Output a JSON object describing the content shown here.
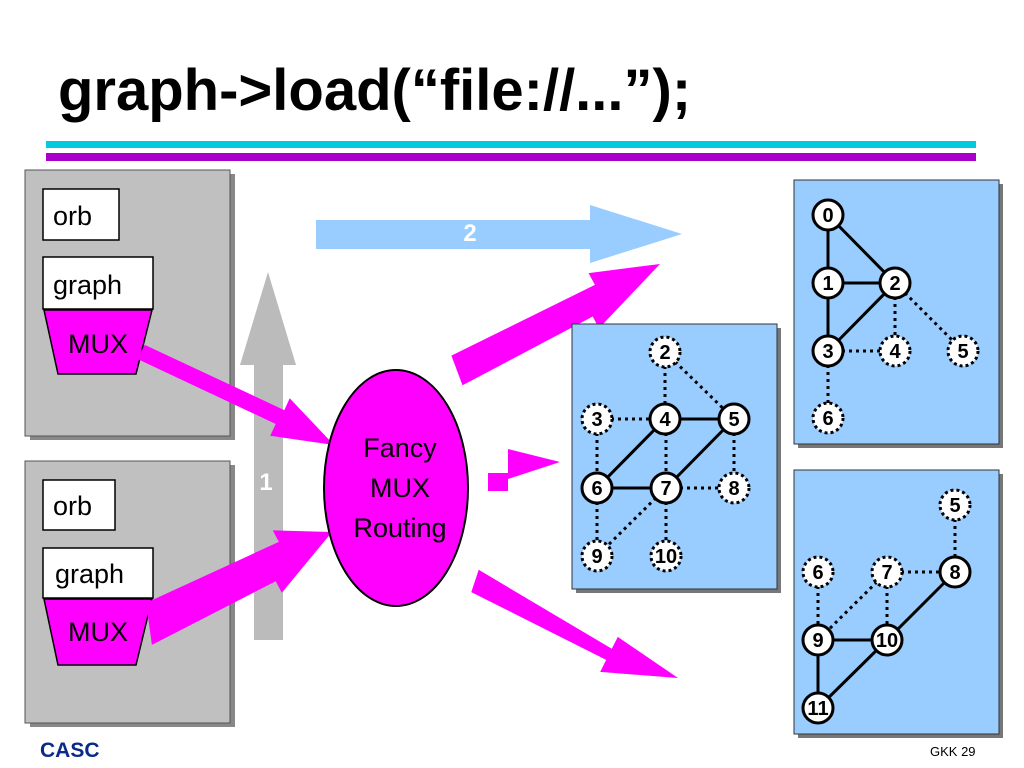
{
  "slide": {
    "title": "graph->load(“file://...”);"
  },
  "colors": {
    "magenta": "#ff00ff",
    "light_blue": "#99ccff",
    "gray_panel": "#c0c0c0",
    "gray_arrow": "#bbbbbb",
    "rule_cyan": "#00ccdd",
    "rule_purple": "#aa00cc"
  },
  "clients": [
    {
      "orb": "orb",
      "graph": "graph",
      "mux": "MUX"
    },
    {
      "orb": "orb",
      "graph": "graph",
      "mux": "MUX"
    }
  ],
  "router": {
    "line1": "Fancy",
    "line2": "MUX",
    "line3": "Routing"
  },
  "arrows": {
    "step1": "1",
    "step2": "2"
  },
  "graph_center": {
    "nodes": [
      "2",
      "3",
      "4",
      "5",
      "6",
      "7",
      "8",
      "9",
      "10"
    ]
  },
  "graph_top": {
    "nodes": [
      "0",
      "1",
      "2",
      "3",
      "4",
      "5",
      "6"
    ]
  },
  "graph_bottom": {
    "nodes": [
      "5",
      "6",
      "7",
      "8",
      "9",
      "10",
      "11"
    ]
  },
  "footer": {
    "left": "CASC",
    "right": "GKK 29"
  }
}
